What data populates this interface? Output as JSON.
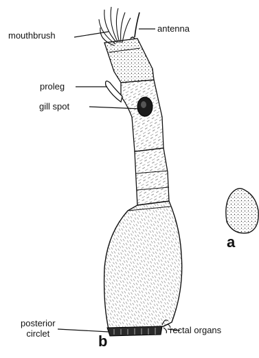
{
  "labels": {
    "mouthbrush": "mouthbrush",
    "antenna": "antenna",
    "proleg": "proleg",
    "gill_spot": "gill spot",
    "posterior_circlet_line1": "posterior",
    "posterior_circlet_line2": "circlet",
    "rectal_organs": "rectal organs"
  },
  "panel_letters": {
    "a": "a",
    "b": "b"
  },
  "colors": {
    "ink": "#111111",
    "highlight": "#c9d3e6",
    "background": "#ffffff"
  }
}
